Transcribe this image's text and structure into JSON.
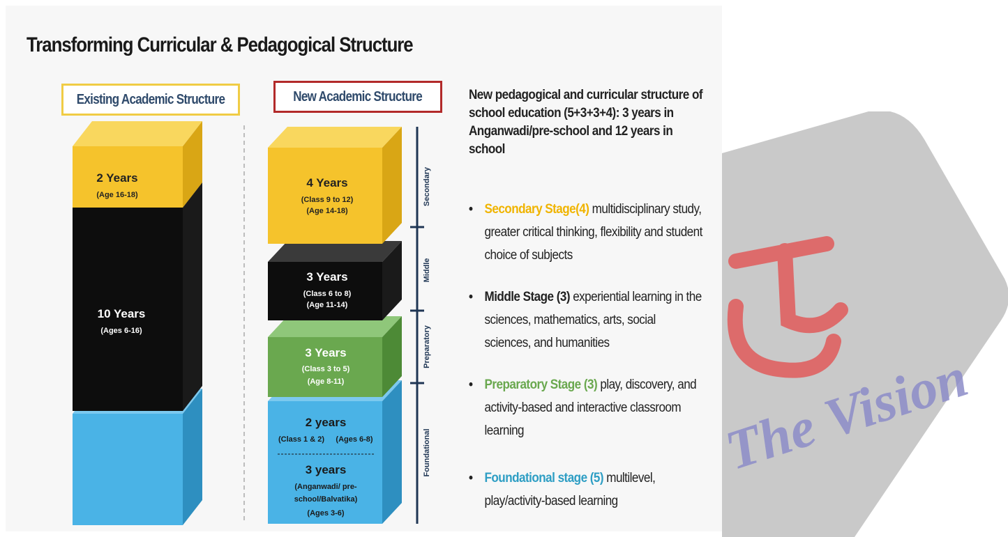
{
  "title": "Transforming Curricular & Pedagogical Structure",
  "existing": {
    "heading": "Existing Academic Structure",
    "blocks": [
      {
        "years": "2 Years",
        "detail": "(Age 16-18)"
      },
      {
        "years": "10 Years",
        "detail": "(Ages 6-16)"
      }
    ]
  },
  "new": {
    "heading": "New Academic Structure",
    "blocks": [
      {
        "years": "4 Years",
        "detail1": "(Class 9 to 12)",
        "detail2": "(Age 14-18)"
      },
      {
        "years": "3 Years",
        "detail1": "(Class 6 to 8)",
        "detail2": "(Age 11-14)"
      },
      {
        "years": "3 Years",
        "detail1": "(Class 3 to 5)",
        "detail2": "(Age 8-11)"
      },
      {
        "years": "2 years",
        "detail1": "(Class 1 & 2)",
        "detail2": "(Ages 6-8)"
      },
      {
        "years": "3 years",
        "detail1": "(Anganwadi/ pre-",
        "detail2": "school/Balvatika)",
        "detail3": "(Ages 3-6)"
      }
    ],
    "stage_labels": [
      "Secondary",
      "Middle",
      "Preparatory",
      "Foundational"
    ]
  },
  "description": {
    "intro": "New pedagogical and curricular structure of school education (5+3+3+4): 3 years in Anganwadi/pre-school and 12 years in school",
    "bullets": [
      {
        "stage": "Secondary Stage(4)",
        "text": " multidisciplinary study, greater critical thinking, flexibility and student choice of subjects",
        "color": "#f0b400"
      },
      {
        "stage": "Middle Stage (3)",
        "text": " experiential learning in the sciences, mathematics, arts, social sciences, and humanities",
        "color": "#222222"
      },
      {
        "stage": "Preparatory Stage (3)",
        "text": "  play, discovery, and activity-based and interactive classroom learning",
        "color": "#6aa84f"
      },
      {
        "stage": "Foundational stage (5)",
        "text": " multilevel, play/activity-based learning",
        "color": "#2e9ec4"
      }
    ]
  },
  "watermark": {
    "text": "The Vision"
  },
  "colors": {
    "yellow": "#f5c32c",
    "black": "#0d0d0d",
    "green": "#6aa84f",
    "blue": "#4ab3e6",
    "accent_red": "#e05a5a"
  }
}
